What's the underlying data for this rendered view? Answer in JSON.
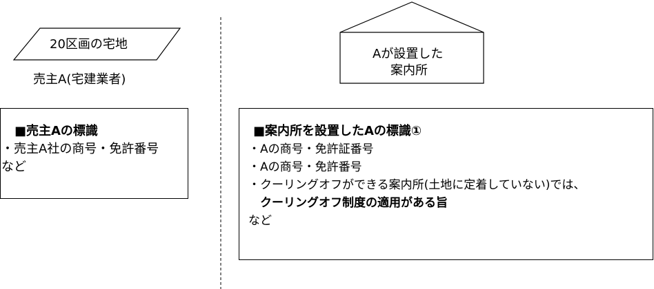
{
  "parallelogram": {
    "label": "20区画の宅地"
  },
  "seller": {
    "label": "売主A(宅建業者)"
  },
  "office_house": {
    "line1": "Aが設置した",
    "line2": "案内所"
  },
  "left_box": {
    "title": "■売主Aの標識",
    "lines": [
      "・売主A社の商号・免許番号",
      "など"
    ]
  },
  "right_box": {
    "title": "■案内所を設置したAの標識①",
    "lines": [
      "・Aの商号・免許証番号",
      "・Aの商号・免許番号",
      "・クーリングオフができる案内所(土地に定着していない)では、",
      "　クーリングオフ制度の適用がある旨",
      "など"
    ]
  }
}
